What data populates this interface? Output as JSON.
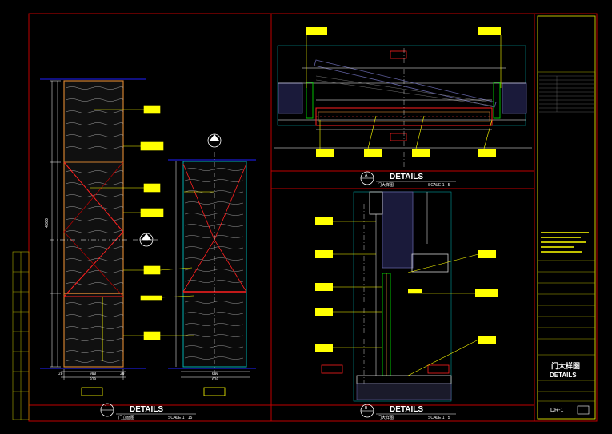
{
  "colors": {
    "background": "#000000",
    "frame": "#c00000",
    "text": "#ffffff",
    "callout": "#ffff00",
    "wood": "#d0d0d0",
    "red_line": "#ff2020",
    "cyan": "#00b0b0",
    "blue": "#2020ff",
    "green": "#00c000",
    "orange": "#d08030"
  },
  "details": {
    "left": {
      "title": "DETAILS",
      "subtitle": "门立面图",
      "scale": "SCALE 1 : 15",
      "marker": "1"
    },
    "top_right": {
      "title": "DETAILS",
      "subtitle": "门大样图",
      "scale": "SCALE 1 : 5",
      "marker": "A"
    },
    "bottom_right": {
      "title": "DETAILS",
      "subtitle": "门大样图",
      "scale": "SCALE 1 : 5",
      "marker": "B"
    }
  },
  "elevation_dimensions": {
    "left_overall": "4300",
    "bottom_left": [
      "20",
      "900",
      "20"
    ],
    "bottom_left_total": "920",
    "bottom_right": [
      "600"
    ],
    "bottom_right_total": "620"
  },
  "title_block": {
    "drawing_title_cn": "门大样图",
    "drawing_title_en": "DETAILS",
    "sheet_number": "DR-1"
  }
}
